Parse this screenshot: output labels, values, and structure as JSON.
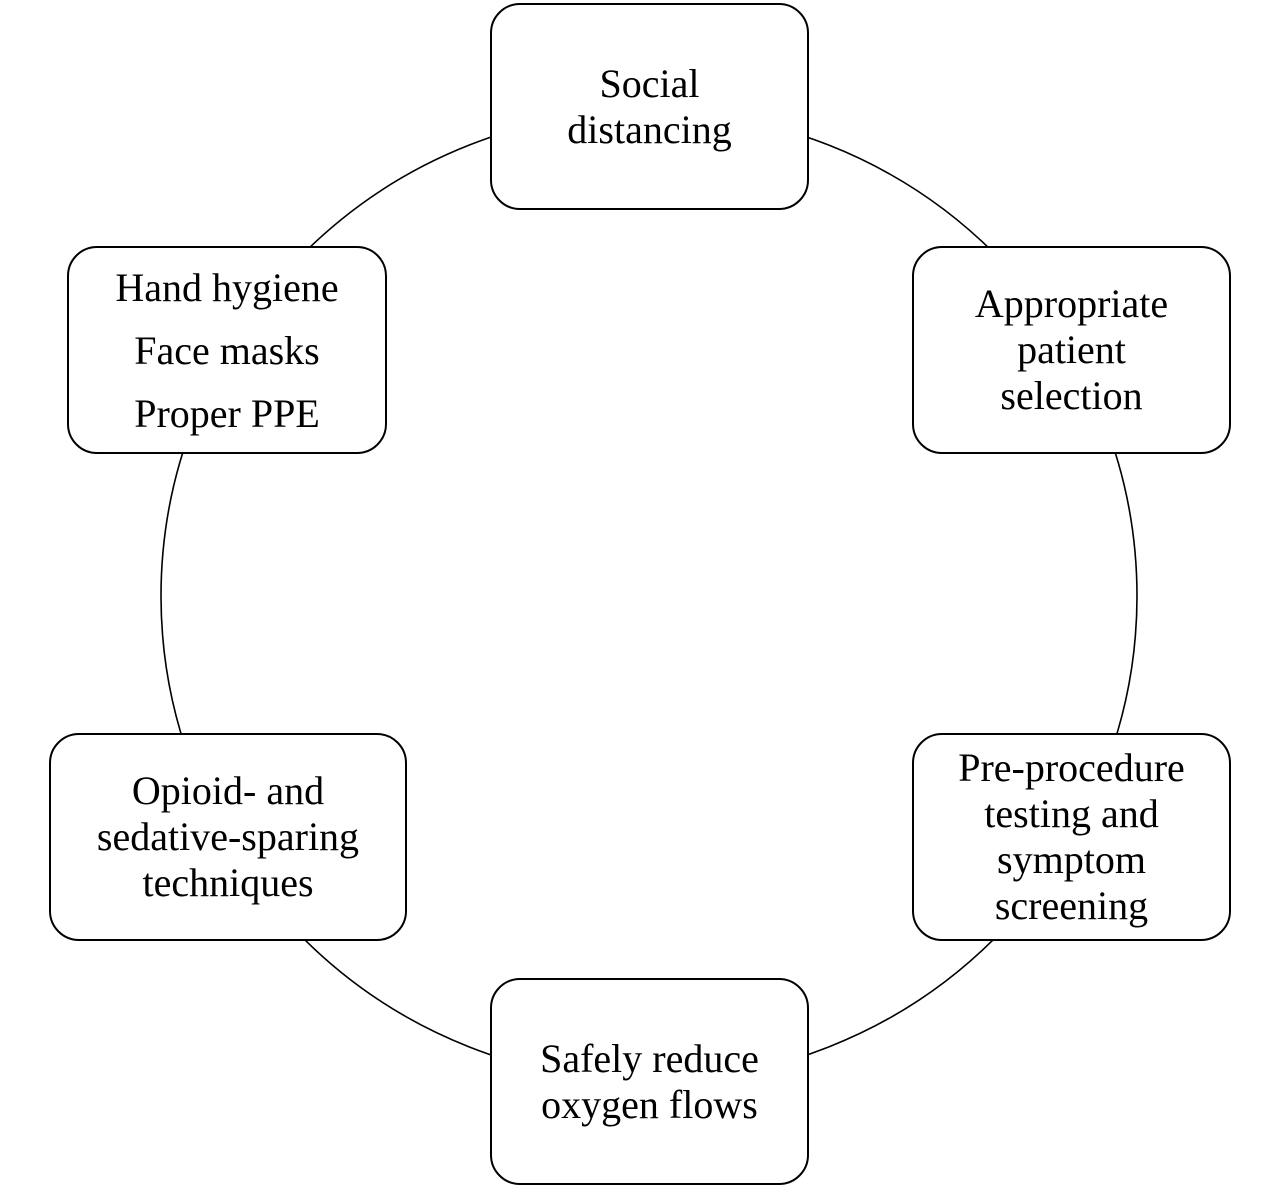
{
  "diagram": {
    "type": "cycle",
    "colors": {
      "stroke": "#000000",
      "background": "#ffffff",
      "text": "#000000"
    },
    "nodes": [
      {
        "id": "social-distancing",
        "lines": [
          "Social",
          "distancing"
        ]
      },
      {
        "id": "patient-selection",
        "lines": [
          "Appropriate",
          "patient",
          "selection"
        ]
      },
      {
        "id": "preprocedure-testing",
        "lines": [
          "Pre-procedure",
          "testing and",
          "symptom",
          "screening"
        ]
      },
      {
        "id": "reduce-oxygen",
        "lines": [
          "Safely reduce",
          "oxygen flows"
        ]
      },
      {
        "id": "opioid-sparing",
        "lines": [
          "Opioid- and",
          "sedative-sparing",
          "techniques"
        ]
      },
      {
        "id": "hygiene-ppe",
        "lines": [
          "Hand hygiene",
          "Face masks",
          "Proper PPE"
        ]
      }
    ]
  }
}
